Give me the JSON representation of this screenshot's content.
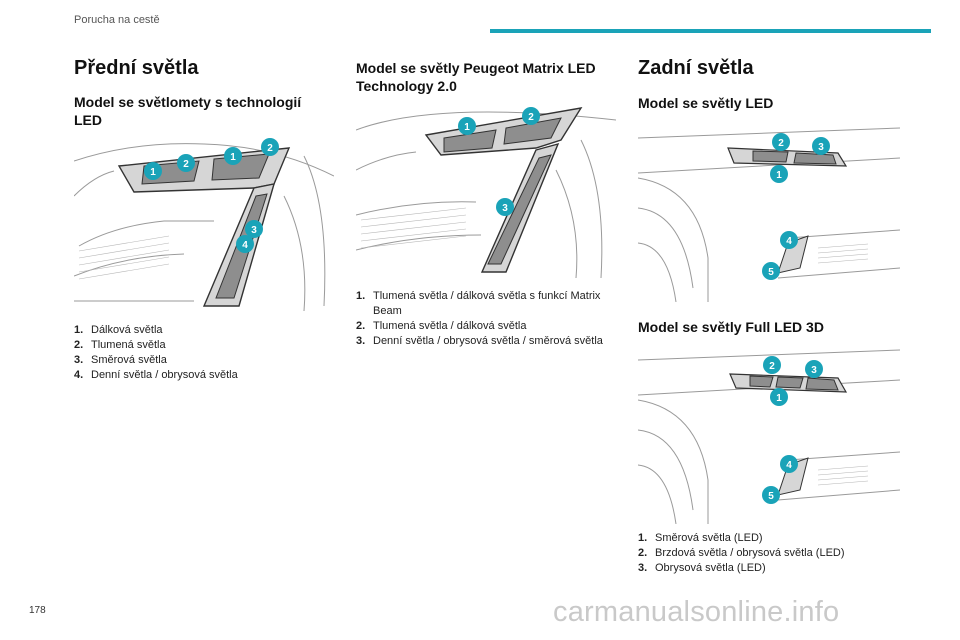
{
  "header": {
    "section": "Porucha na cestě",
    "accent_color": "#1aa3b8"
  },
  "page_number": "178",
  "watermark": "carmanualsonline.info",
  "col1": {
    "title": "Přední světla",
    "subtitle": "Model se světlomety s technologií LED",
    "items": [
      {
        "n": "1.",
        "text": "Dálková světla"
      },
      {
        "n": "2.",
        "text": "Tlumená světla"
      },
      {
        "n": "3.",
        "text": "Směrová světla"
      },
      {
        "n": "4.",
        "text": "Denní světla / obrysová světla"
      }
    ]
  },
  "col2": {
    "subtitle": "Model se světly Peugeot Matrix LED Technology 2.0",
    "items": [
      {
        "n": "1.",
        "text": "Tlumená světla / dálková světla s funkcí Matrix Beam"
      },
      {
        "n": "2.",
        "text": "Tlumená světla / dálková světla"
      },
      {
        "n": "3.",
        "text": "Denní světla / obrysová světla / směrová světla"
      }
    ]
  },
  "col3": {
    "title": "Zadní světla",
    "subtitle_a": "Model se světly LED",
    "subtitle_b": "Model se světly Full LED 3D",
    "items": [
      {
        "n": "1.",
        "text": "Směrová světla (LED)"
      },
      {
        "n": "2.",
        "text": "Brzdová světla / obrysová světla (LED)"
      },
      {
        "n": "3.",
        "text": "Obrysová světla (LED)"
      }
    ]
  },
  "badges": {
    "fig1": [
      "1",
      "2",
      "1",
      "2",
      "3",
      "4"
    ],
    "fig2": [
      "1",
      "2",
      "3"
    ],
    "fig3": [
      "2",
      "3",
      "1",
      "4",
      "5"
    ],
    "fig4": [
      "2",
      "3",
      "1",
      "4",
      "5"
    ]
  }
}
